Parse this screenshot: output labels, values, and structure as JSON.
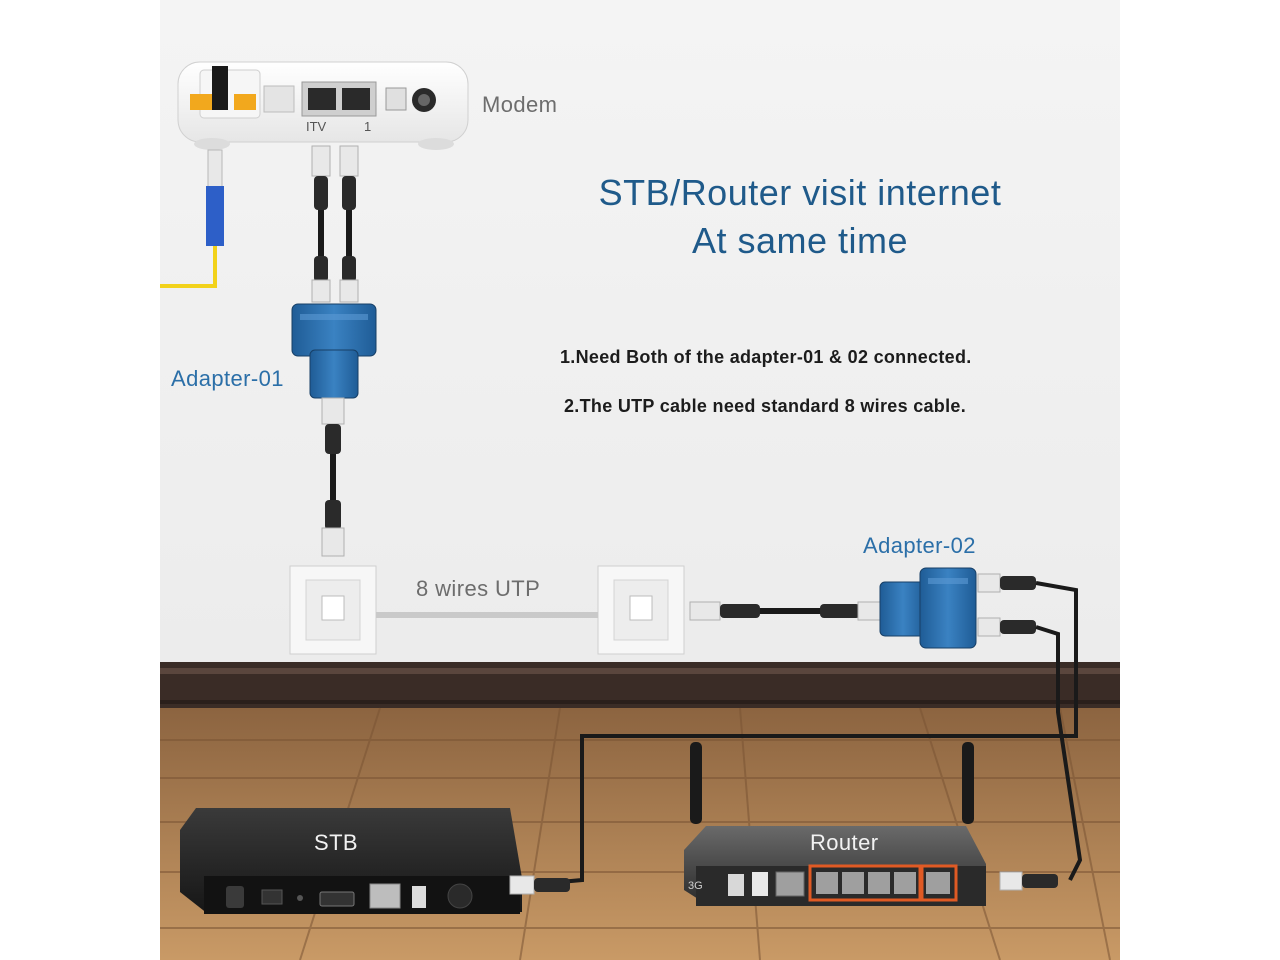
{
  "title": {
    "line1": "STB/Router visit internet",
    "line2": "At same time"
  },
  "notes": [
    "1.Need Both of the adapter-01 & 02 connected.",
    "2.The UTP cable need standard 8 wires cable."
  ],
  "labels": {
    "modem": "Modem",
    "adapter_01": "Adapter-01",
    "adapter_02": "Adapter-02",
    "cable": "8 wires UTP",
    "stb": "STB",
    "router": "Router",
    "modem_port_itv": "ITV",
    "modem_port_1": "1",
    "router_3g": "3G"
  },
  "colors": {
    "wall": "#f0f0f0",
    "title_blue": "#1f5a8a",
    "label_blue": "#2b6fa8",
    "adapter_blue": "#2c6fae",
    "fiber_yellow": "#f2d21a",
    "floor_wood": "#b98a5a",
    "baseboard": "#3a2c26"
  },
  "icons": [
    "modem-icon",
    "fiber-connector-icon",
    "adapter-01-icon",
    "adapter-02-icon",
    "wall-socket-icon",
    "stb-icon",
    "router-icon",
    "rj45-plug-icon"
  ]
}
